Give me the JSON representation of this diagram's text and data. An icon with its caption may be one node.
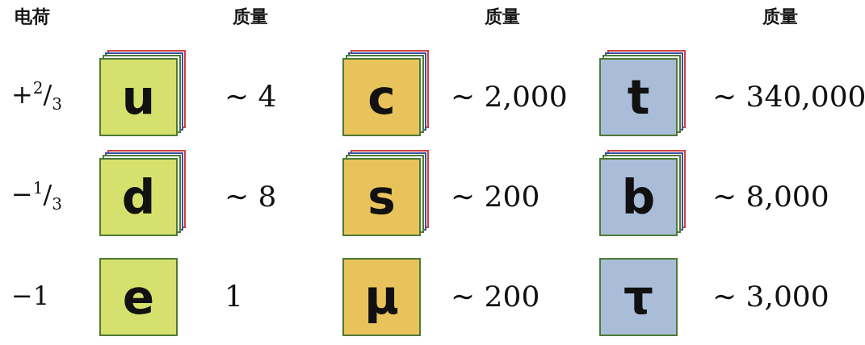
{
  "diagram": {
    "nodes": [
      {
        "text": [
          "u"
        ],
        "beside": [
          "∼ 4"
        ]
      },
      {
        "text": [
          "c"
        ],
        "beside": [
          "∼ 2,000"
        ]
      },
      {
        "text": [
          "t"
        ],
        "beside": [
          "∼ 340,000"
        ]
      },
      {
        "text": [
          "d"
        ],
        "beside": [
          "∼ 8"
        ]
      },
      {
        "text": [
          "s"
        ],
        "beside": [
          "∼ 200"
        ]
      },
      {
        "text": [
          "b"
        ],
        "beside": [
          "∼ 8,000"
        ]
      },
      {
        "text": [
          "e"
        ],
        "beside": [
          "1"
        ]
      },
      {
        "text": [
          "μ"
        ],
        "beside": [
          "∼ 200"
        ]
      },
      {
        "text": [
          "τ"
        ],
        "beside": [
          "∼ 3,000"
        ]
      }
    ],
    "labels": [
      "电荷",
      "质量",
      "质量",
      "质量",
      "+$^{2}$/$_{3}$",
      "−$^{1}$/$_{3}$",
      "−1"
    ]
  }
}
